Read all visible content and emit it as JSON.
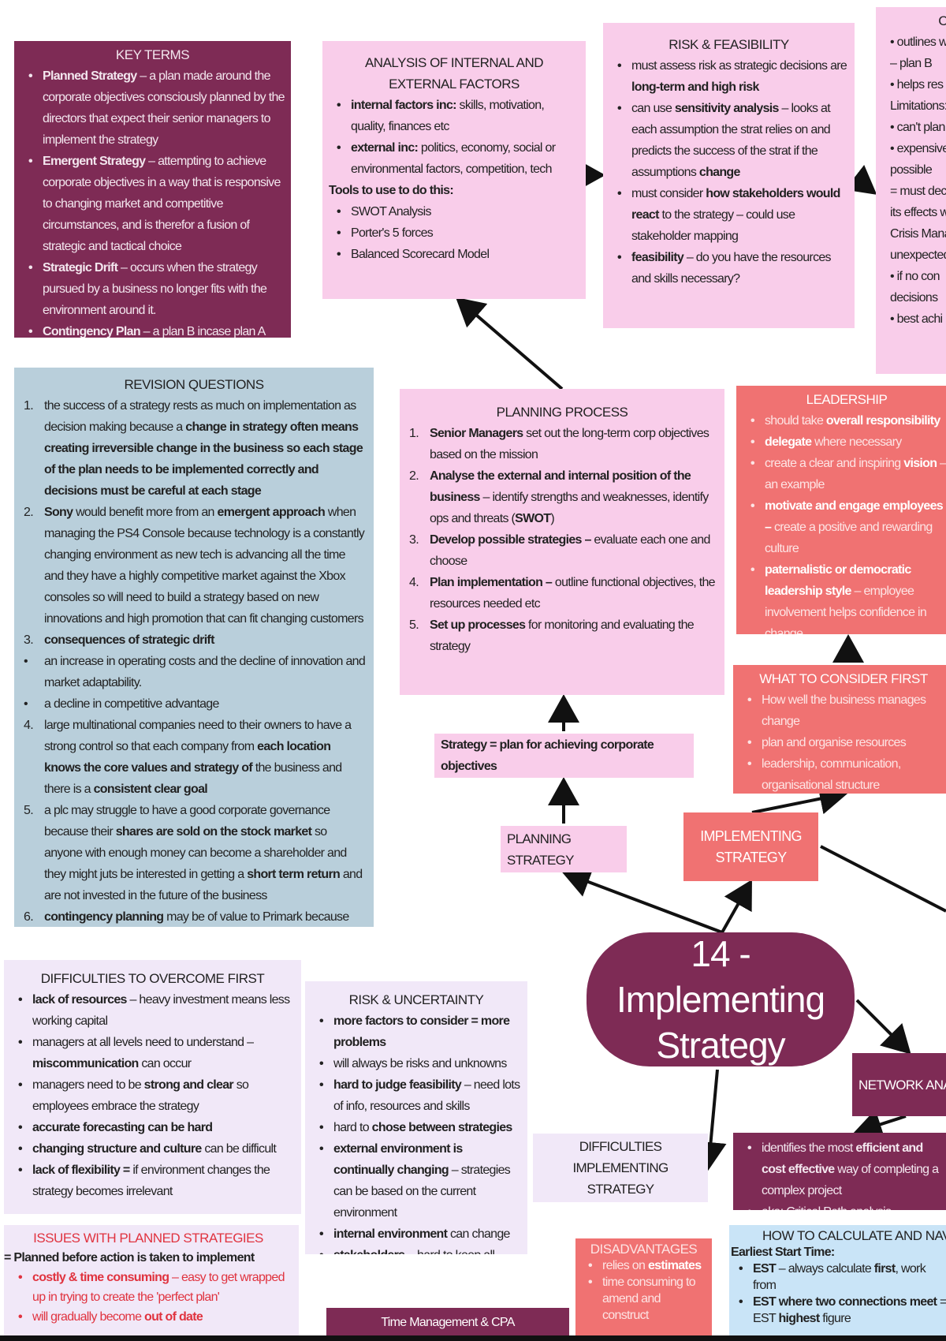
{
  "central_topic": "14 - Implementing Strategy",
  "key_terms": {
    "title": "KEY TERMS",
    "items": [
      [
        [
          "Planned Strategy",
          1
        ],
        [
          " – a plan made around the corporate objectives consciously planned by the directors that expect their senior managers to implement the strategy",
          0
        ]
      ],
      [
        [
          "Emergent Strategy",
          1
        ],
        [
          " – attempting to achieve corporate objectives in a way that is responsive to changing market and competitive circumstances, and is therefor a fusion of strategic and tactical choice",
          0
        ]
      ],
      [
        [
          "Strategic Drift",
          1
        ],
        [
          " – occurs when the strategy pursued by a business no longer fits with the environment around it.",
          0
        ]
      ],
      [
        [
          "Contingency Plan",
          1
        ],
        [
          " – a plan B incase plan A fails",
          0
        ]
      ]
    ]
  },
  "analysis": {
    "title": "ANALYSIS OF INTERNAL AND EXTERNAL FACTORS",
    "items": [
      [
        [
          "internal factors inc:",
          1
        ],
        [
          " skills, motivation, quality, finances etc",
          0
        ]
      ],
      [
        [
          "external inc:",
          1
        ],
        [
          " politics, economy, social or environmental factors, competition, tech",
          0
        ]
      ]
    ],
    "subheading": "Tools to use to do this:",
    "tools": [
      [
        [
          "SWOT Analysis",
          0
        ]
      ],
      [
        [
          "Porter's 5 forces",
          0
        ]
      ],
      [
        [
          "Balanced Scorecard Model",
          0
        ]
      ]
    ]
  },
  "risk_feasibility": {
    "title": "RISK & FEASIBILITY",
    "items": [
      [
        [
          "must assess risk as strategic decisions are ",
          0
        ],
        [
          "long-term and high risk",
          1
        ]
      ],
      [
        [
          "can use ",
          0
        ],
        [
          "sensitivity analysis",
          1
        ],
        [
          " – looks at each assumption the strat relies on and predicts the success of the strat if the assumptions ",
          0
        ],
        [
          "change",
          1
        ]
      ],
      [
        [
          "must consider ",
          0
        ],
        [
          "how stakeholders would react",
          1
        ],
        [
          " to the strategy – could use stakeholder mapping",
          0
        ]
      ],
      [
        [
          "feasibility",
          1
        ],
        [
          " – do you have the resources and skills necessary?",
          0
        ]
      ]
    ]
  },
  "contingency_cut": {
    "title": "C",
    "lines": [
      "•  outlines w",
      "    – plan B",
      "•  helps res",
      "Limitations:",
      "•  can't plan",
      "•  expensive",
      "    possible",
      "= must decide",
      "its effects wo",
      "Crisis Manage",
      "unexpected sit",
      "•  if no con",
      "    decisions",
      "•  best achi"
    ]
  },
  "revision_questions": {
    "title": "REVISION QUESTIONS",
    "items": [
      {
        "n": "1.",
        "s": [
          [
            "the success of a strategy rests as much on implementation as decision making because a ",
            0
          ],
          [
            "change in strategy often means creating irreversible change in the business so each stage of the plan needs to be implemented correctly and decisions must be careful at each stage",
            1
          ]
        ]
      },
      {
        "n": "2.",
        "s": [
          [
            "Sony",
            1
          ],
          [
            " would benefit more from an ",
            0
          ],
          [
            "emergent approach",
            1
          ],
          [
            " when managing the PS4 Console because technology is a constantly changing environment as new tech is advancing all the time and they have a highly competitive market against the Xbox consoles so will need to build a strategy based on new innovations and high promotion that can fit changing customers",
            0
          ]
        ]
      },
      {
        "n": "3.",
        "s": [
          [
            "consequences of strategic drift",
            1
          ]
        ]
      },
      {
        "n": "•",
        "s": [
          [
            "an increase in operating costs and the decline of innovation and market adaptability.",
            0
          ]
        ]
      },
      {
        "n": "•",
        "s": [
          [
            "a decline in competitive advantage",
            0
          ]
        ]
      },
      {
        "n": "4.",
        "s": [
          [
            "large multinational companies need to their owners to have a strong control so that each company from ",
            0
          ],
          [
            "each location knows the core values and strategy of",
            1
          ],
          [
            " the business and there is a ",
            0
          ],
          [
            "consistent clear goal",
            1
          ]
        ]
      },
      {
        "n": "5.",
        "s": [
          [
            "a plc may struggle to have a good corporate governance because their ",
            0
          ],
          [
            "shares are sold on the stock market",
            1
          ],
          [
            " so anyone with enough money can become a shareholder and they might juts be interested in getting a ",
            0
          ],
          [
            "short term return",
            1
          ],
          [
            " and are not invested in the future of the business",
            0
          ]
        ]
      },
      {
        "n": "6.",
        "s": [
          [
            "contingency planning",
            1
          ],
          [
            " may be of value to Primark because they need to have a backup plan for situations such as the pandemic because their clothing is only sold in store",
            0
          ]
        ]
      }
    ]
  },
  "planning_process": {
    "title": "PLANNING PROCESS",
    "items": [
      {
        "n": "1.",
        "s": [
          [
            "Senior Managers",
            1
          ],
          [
            " set out the long-term corp objectives based on the mission",
            0
          ]
        ]
      },
      {
        "n": "2.",
        "s": [
          [
            "Analyse the external and internal position of the business",
            1
          ],
          [
            " – identify strengths and weaknesses, identify ops and threats (",
            0
          ],
          [
            "SWOT",
            1
          ],
          [
            ")",
            0
          ]
        ]
      },
      {
        "n": "3.",
        "s": [
          [
            "Develop possible strategies –",
            1
          ],
          [
            " evaluate each one and choose",
            0
          ]
        ]
      },
      {
        "n": "4.",
        "s": [
          [
            "Plan implementation –",
            1
          ],
          [
            " outline functional objectives, the resources needed etc",
            0
          ]
        ]
      },
      {
        "n": "5.",
        "s": [
          [
            "Set up processes",
            1
          ],
          [
            " for monitoring and evaluating the strategy",
            0
          ]
        ]
      }
    ]
  },
  "leadership": {
    "title": "LEADERSHIP",
    "items": [
      [
        [
          "should take ",
          0
        ],
        [
          "overall responsibility",
          1
        ]
      ],
      [
        [
          "delegate",
          1
        ],
        [
          " where necessary",
          0
        ]
      ],
      [
        [
          "create a clear and inspiring ",
          0
        ],
        [
          "vision",
          1
        ],
        [
          " – an example",
          0
        ]
      ],
      [
        [
          "motivate and engage employees –",
          1
        ],
        [
          " create a positive and rewarding culture",
          0
        ]
      ],
      [
        [
          "paternalistic or democratic leadership style",
          1
        ],
        [
          " – employee involvement helps confidence in change",
          0
        ]
      ]
    ]
  },
  "consider_first": {
    "title": "WHAT TO CONSIDER FIRST",
    "items": [
      [
        [
          "How well the business manages change",
          0
        ]
      ],
      [
        [
          "plan and organise resources",
          0
        ]
      ],
      [
        [
          "leadership, communication, organisational structure",
          0
        ]
      ]
    ]
  },
  "strategy_definition": "Strategy = plan for achieving corporate objectives",
  "planning_strategy": "PLANNING STRATEGY",
  "implementing_strategy": "IMPLEMENTING STRATEGY",
  "difficulties_first": {
    "title": "DIFFICULTIES TO OVERCOME FIRST",
    "items": [
      [
        [
          "lack of resources",
          1
        ],
        [
          " – heavy investment means less working capital",
          0
        ]
      ],
      [
        [
          "managers at all levels need to understand – ",
          0
        ],
        [
          "miscommunication",
          1
        ],
        [
          " can occur",
          0
        ]
      ],
      [
        [
          "managers need to be ",
          0
        ],
        [
          "strong and clear",
          1
        ],
        [
          " so employees embrace the strategy",
          0
        ]
      ],
      [
        [
          "accurate forecasting can be hard",
          1
        ]
      ],
      [
        [
          "changing structure and culture",
          1
        ],
        [
          " can be difficult",
          0
        ]
      ],
      [
        [
          "lack of flexibility =",
          1
        ],
        [
          " if environment changes the strategy becomes irrelevant",
          0
        ]
      ]
    ]
  },
  "risk_uncertainty": {
    "title": "RISK & UNCERTAINTY",
    "items": [
      [
        [
          "more factors to consider = more problems",
          1
        ]
      ],
      [
        [
          "will always be risks and unknowns",
          0
        ]
      ],
      [
        [
          "hard to judge feasibility",
          1
        ],
        [
          " – need lots of info, resources and skills",
          0
        ]
      ],
      [
        [
          "hard to ",
          0
        ],
        [
          "chose between strategies",
          1
        ]
      ],
      [
        [
          "external environment is continually changing",
          1
        ],
        [
          " – strategies can be based on the current environment",
          0
        ]
      ],
      [
        [
          "internal environment",
          1
        ],
        [
          " can change",
          0
        ]
      ],
      [
        [
          "stakeholders",
          1
        ],
        [
          " – hard to keep all happy and justify decisions",
          0
        ]
      ]
    ]
  },
  "difficulties_implementing": "DIFFICULTIES IMPLEMENTING STRATEGY",
  "network_analysis": {
    "title": "NETWORK ANALYSIS",
    "items": [
      [
        [
          "identifies the most ",
          0
        ],
        [
          "efficient and cost effective",
          1
        ],
        [
          " way of completing a complex project",
          0
        ]
      ],
      [
        [
          "aka: Critical Path analysis",
          0
        ]
      ]
    ]
  },
  "issues_planned": {
    "title": "ISSUES WITH PLANNED STRATEGIES",
    "subheading": "= Planned before action is taken to implement",
    "items": [
      [
        [
          "costly & time consuming",
          1
        ],
        [
          " – easy to get wrapped up in trying to create the 'perfect plan'",
          0
        ]
      ],
      [
        [
          "will gradually become ",
          0
        ],
        [
          "out of date",
          1
        ]
      ]
    ]
  },
  "time_management": "Time Management & CPA",
  "disadvantages": {
    "title": "DISADVANTAGES",
    "items": [
      [
        [
          "relies on ",
          0
        ],
        [
          "estimates",
          1
        ]
      ],
      [
        [
          "time consuming to amend and construct",
          0
        ]
      ]
    ]
  },
  "how_to_calculate": {
    "title": "HOW TO CALCULATE AND NAVIGATE",
    "subheading": "Earliest Start Time:",
    "items": [
      [
        [
          "EST",
          1
        ],
        [
          " – always calculate ",
          0
        ],
        [
          "first",
          1
        ],
        [
          ", work from",
          0
        ]
      ],
      [
        [
          "EST where two connections meet",
          1
        ],
        [
          " = EST ",
          0
        ],
        [
          "highest",
          1
        ],
        [
          " figure",
          0
        ]
      ]
    ]
  },
  "colors": {
    "maroon": "#7e2b55",
    "pink": "#f9cdea",
    "blue": "#b9cfdb",
    "coral": "#f07272",
    "lavender": "#f1e8f8",
    "sky": "#c9e4f7"
  }
}
